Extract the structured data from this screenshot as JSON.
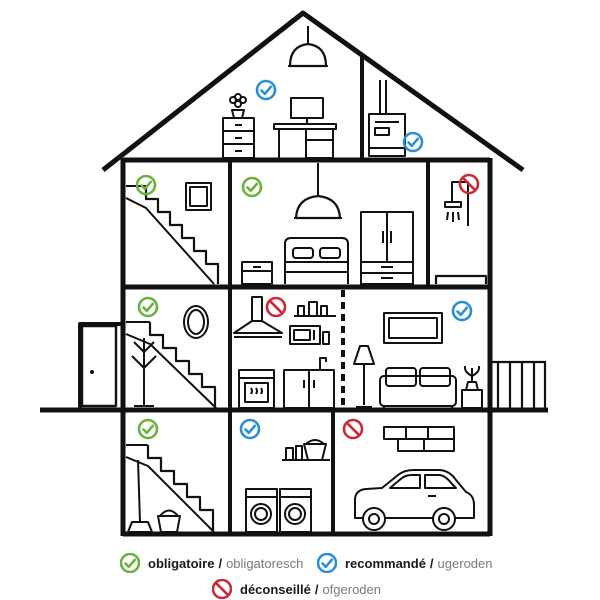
{
  "legend": {
    "mandatory": {
      "fr": "obligatoire",
      "sep": "/",
      "lb": "obligatoresch"
    },
    "recommended": {
      "fr": "recommandé",
      "sep": "/",
      "lb": "ugeroden"
    },
    "discouraged": {
      "fr": "déconseillé",
      "sep": "/",
      "lb": "ofgeroden"
    }
  },
  "colors": {
    "mandatory": "#6ab23e",
    "recommended": "#2a8fd6",
    "discouraged": "#cc2936",
    "line": "#111111",
    "lux_text": "#7a7a7a"
  },
  "icons": {
    "mandatory": "green-check-circle-icon",
    "recommended": "blue-check-circle-icon",
    "discouraged": "red-prohibited-icon"
  }
}
